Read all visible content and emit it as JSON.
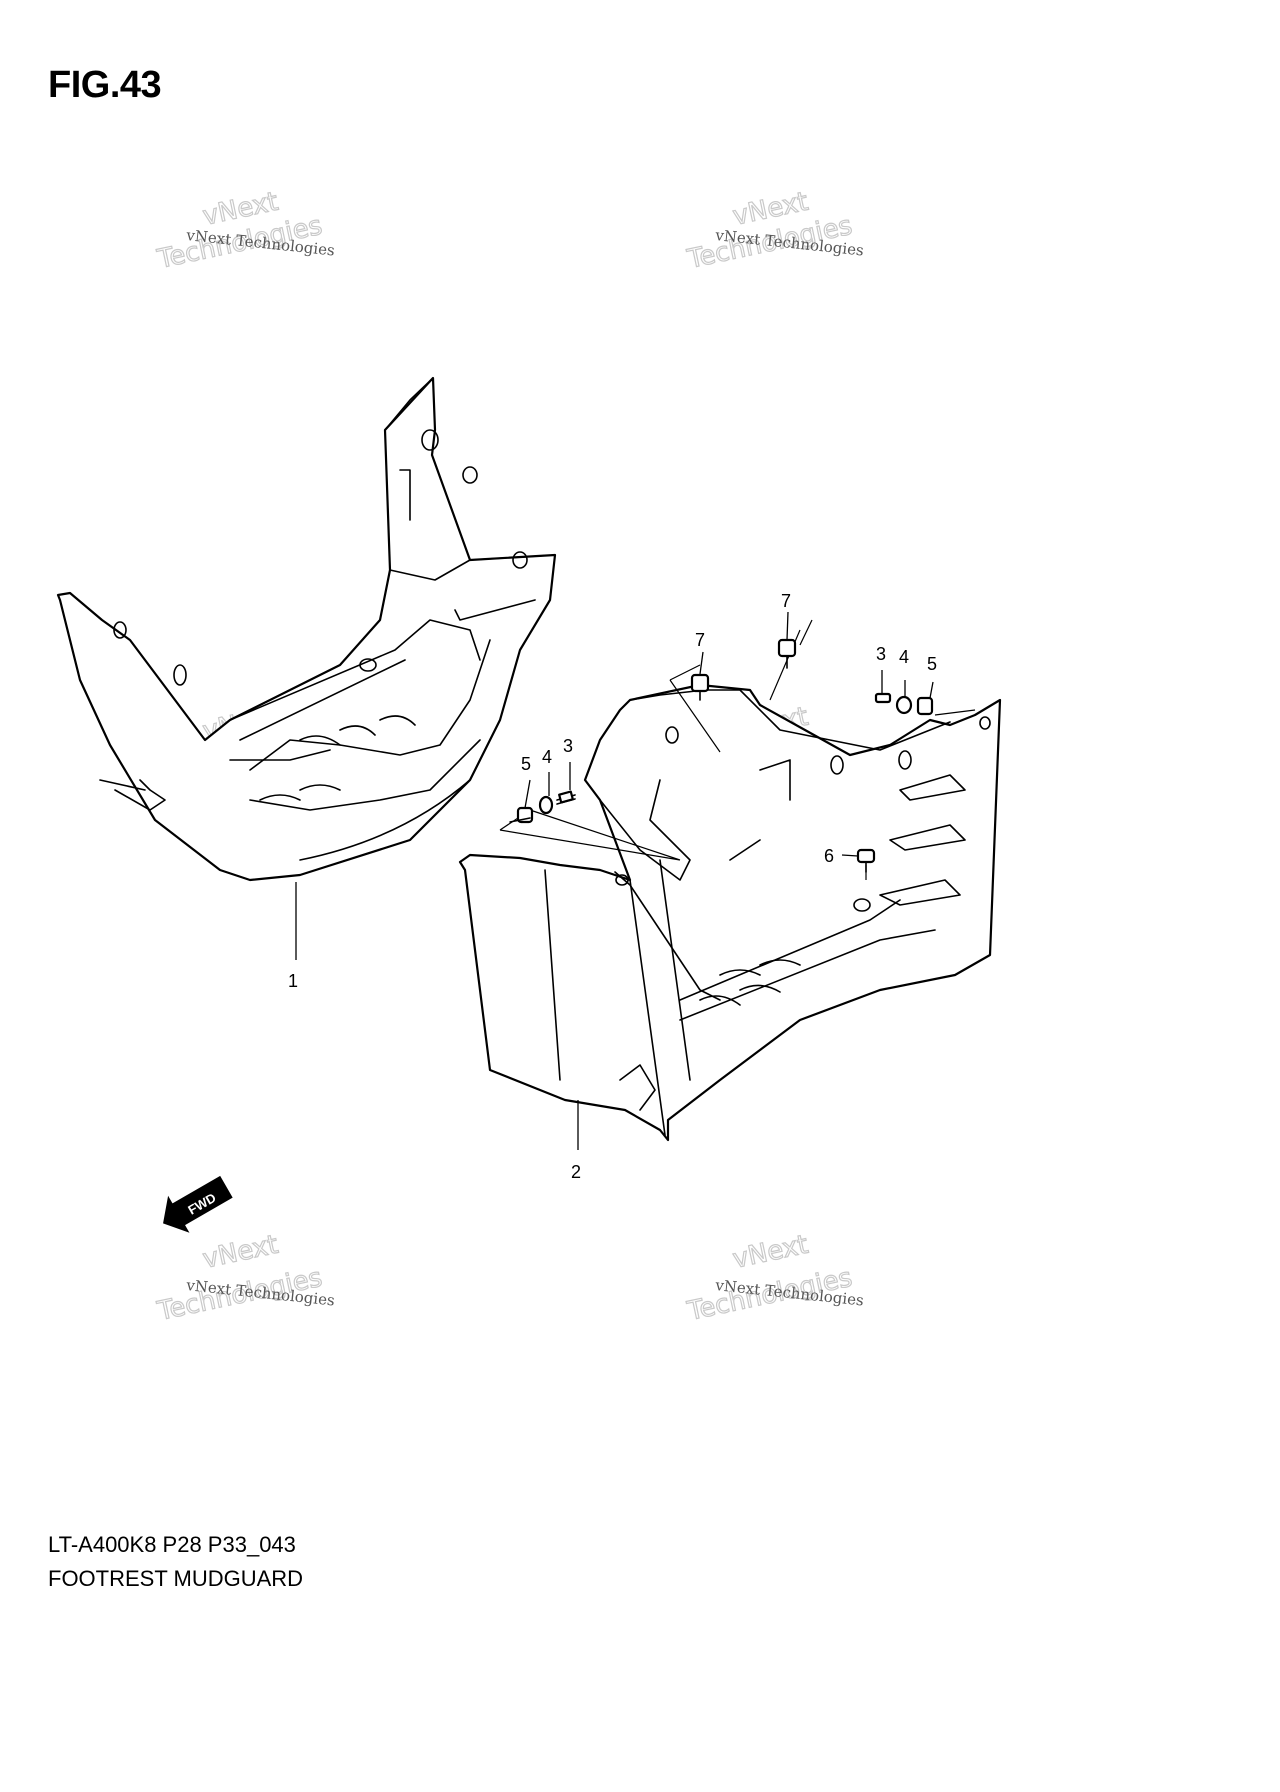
{
  "figure": {
    "title": "FIG.43",
    "model_code": "LT-A400K8 P28 P33_043",
    "section_name": "FOOTREST MUDGUARD"
  },
  "watermark": {
    "line_small": "vNext Technologies",
    "line_big_1": "vNext",
    "line_big_2": "Technologies"
  },
  "callouts": {
    "c1": "1",
    "c2": "2",
    "c3a": "3",
    "c4a": "4",
    "c5a": "5",
    "c3b": "3",
    "c4b": "4",
    "c5b": "5",
    "c6": "6",
    "c7a": "7",
    "c7b": "7"
  },
  "fwd_arrow": {
    "label": "FWD"
  }
}
